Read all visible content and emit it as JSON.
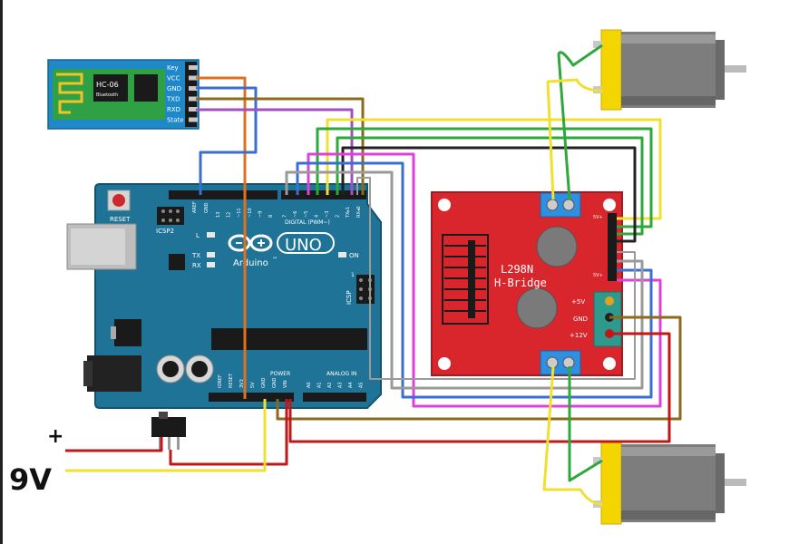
{
  "bluetooth": {
    "model": "HC-06",
    "subtitle": "Bluetooth",
    "pins": [
      "Key",
      "VCC",
      "GND",
      "TXD",
      "RXD",
      "State"
    ]
  },
  "arduino": {
    "brand": "Arduino",
    "model": "UNO",
    "tm": "™",
    "reset_label": "RESET",
    "icsp2_label": "ICSP2",
    "icsp_label": "ICSP",
    "on_label": "ON",
    "l_label": "L",
    "tx_label": "TX",
    "rx_label": "RX",
    "digital_label": "DIGITAL (PWM~)",
    "power_label": "POWER",
    "analog_label": "ANALOG IN",
    "aref": "AREF",
    "gnd_top": "GND",
    "digital_pins": [
      "13",
      "12",
      "~11",
      "~10",
      "~9",
      "8",
      "7",
      "~6",
      "~5",
      "4",
      "~3",
      "2",
      "TX▸1",
      "RX◂0"
    ],
    "power_pins": [
      "IOREF",
      "RESET",
      "3V3",
      "5V",
      "GND",
      "GND",
      "VIN"
    ],
    "analog_pins": [
      "A0",
      "A1",
      "A2",
      "A3",
      "A4",
      "A5"
    ],
    "pin_one": "1"
  },
  "driver": {
    "title": "L298N",
    "subtitle": "H-Bridge",
    "plus5v": "+5V",
    "gnd": "GND",
    "plus12v": "+12V",
    "en_a": "5V+",
    "en_b": "5V+"
  },
  "battery": {
    "plus": "+",
    "voltage": "9V"
  },
  "colors": {
    "board_blue": "#1f7396",
    "driver_red": "#d9262c",
    "bt_blue": "#1e88c8",
    "wire_orange": "#e07020",
    "wire_blue": "#3a6fd0",
    "wire_brown": "#8b6a1c",
    "wire_purple": "#a050c0",
    "wire_yellow": "#f0e030",
    "wire_green": "#2ea83a",
    "wire_black": "#222222",
    "wire_gray": "#9a9a9a",
    "wire_magenta": "#e040d8",
    "wire_red": "#c01818"
  }
}
